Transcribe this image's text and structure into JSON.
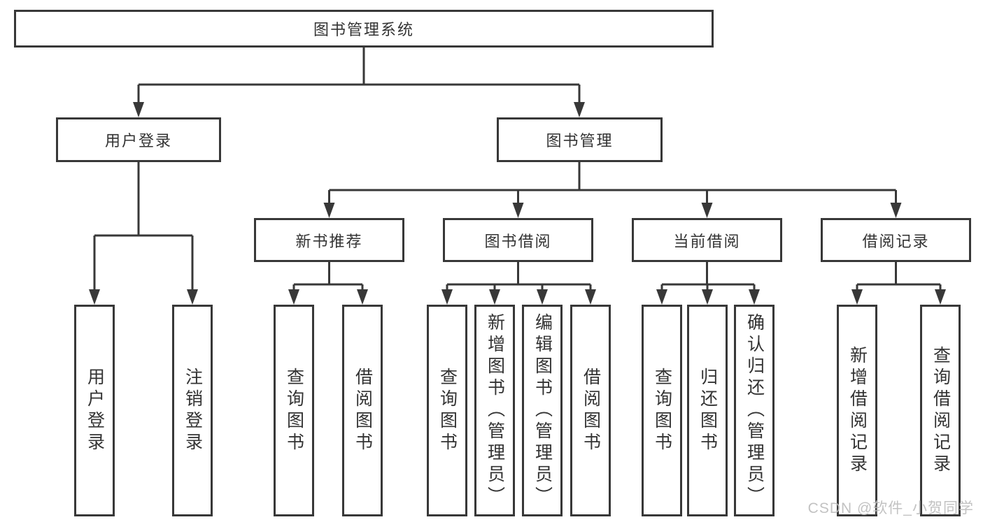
{
  "diagram": {
    "root": {
      "label": "图书管理系统"
    },
    "login_branch": {
      "label": "用户登录",
      "children": [
        {
          "label": "用户登录"
        },
        {
          "label": "注销登录"
        }
      ]
    },
    "mgmt_branch": {
      "label": "图书管理",
      "groups": [
        {
          "label": "新书推荐",
          "children": [
            {
              "label": "查询图书"
            },
            {
              "label": "借阅图书"
            }
          ]
        },
        {
          "label": "图书借阅",
          "children": [
            {
              "label": "查询图书"
            },
            {
              "label": "新增图书（管理员）"
            },
            {
              "label": "编辑图书（管理员）"
            },
            {
              "label": "借阅图书"
            }
          ]
        },
        {
          "label": "当前借阅",
          "children": [
            {
              "label": "查询图书"
            },
            {
              "label": "归还图书"
            },
            {
              "label": "确认归还（管理员）"
            }
          ]
        },
        {
          "label": "借阅记录",
          "children": [
            {
              "label": "新增借阅记录"
            },
            {
              "label": "查询借阅记录"
            }
          ]
        }
      ]
    },
    "watermark": "CSDN @软件_小贺同学"
  },
  "colors": {
    "line": "#383838",
    "text": "#333333",
    "watermark": "#bcbcbc"
  }
}
